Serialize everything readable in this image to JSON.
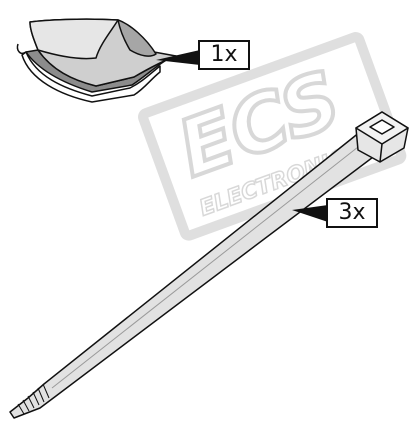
{
  "watermark": {
    "logo_text": "ECS",
    "sub_text": "ELECTRONICS"
  },
  "parts": [
    {
      "name": "adhesive tape pad",
      "quantity_label": "1x",
      "quantity": 1
    },
    {
      "name": "cable tie",
      "quantity_label": "3x",
      "quantity": 3
    }
  ],
  "colors": {
    "outline": "#111111",
    "tape_fill": "#b3b3b3",
    "tape_top": "#e8e8e8",
    "tie_fill": "#dcdcdc",
    "watermark": "#d9d9d9"
  }
}
